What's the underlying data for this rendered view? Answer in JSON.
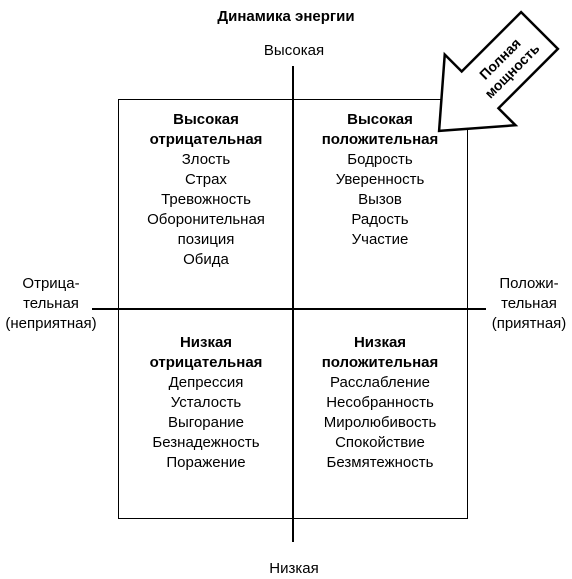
{
  "title": "Динамика энергии",
  "axes": {
    "top": "Высокая",
    "bottom": "Низкая",
    "left": [
      "Отрица-",
      "тельная",
      "(неприятная)"
    ],
    "right": [
      "Положи-",
      "тельная",
      "(приятная)"
    ]
  },
  "quadrants": {
    "top_left": {
      "heading": [
        "Высокая",
        "отрицательная"
      ],
      "items": [
        "Злость",
        "Страх",
        "Тревожность",
        "Оборонительная",
        "позиция",
        "Обида"
      ]
    },
    "top_right": {
      "heading": [
        "Высокая",
        "положительная"
      ],
      "items": [
        "Бодрость",
        "Уверенность",
        "Вызов",
        "Радость",
        "Участие"
      ]
    },
    "bottom_left": {
      "heading": [
        "Низкая",
        "отрицательная"
      ],
      "items": [
        "Депрессия",
        "Усталость",
        "Выгорание",
        "Безнадежность",
        "Поражение"
      ]
    },
    "bottom_right": {
      "heading": [
        "Низкая",
        "положительная"
      ],
      "items": [
        "Расслабление",
        "Несобранность",
        "Миролюбивость",
        "Спокойствие",
        "Безмятежность"
      ]
    }
  },
  "arrow": {
    "label": [
      "Полная",
      "мощность"
    ]
  }
}
